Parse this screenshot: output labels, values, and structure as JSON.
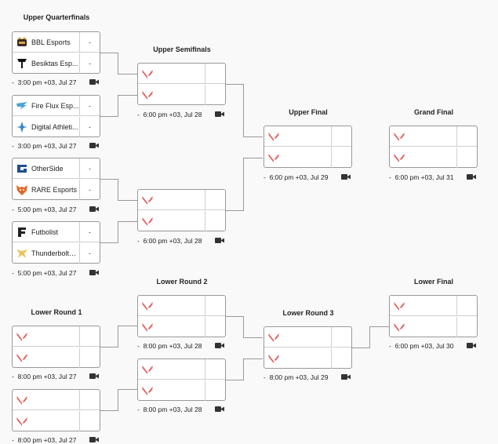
{
  "rounds": {
    "upper_quarterfinals": "Upper Quarterfinals",
    "upper_semifinals": "Upper Semifinals",
    "upper_final": "Upper Final",
    "grand_final": "Grand Final",
    "lower_round_1": "Lower Round 1",
    "lower_round_2": "Lower Round 2",
    "lower_round_3": "Lower Round 3",
    "lower_final": "Lower Final"
  },
  "uqf": [
    {
      "t1": "BBL Esports",
      "s1": "-",
      "t2": "Besiktas Esp...",
      "s2": "-",
      "time": "3:00 pm +03, Jul 27"
    },
    {
      "t1": "Fire Flux Esp...",
      "s1": "-",
      "t2": "Digital Athleti...",
      "s2": "-",
      "time": "3:00 pm +03, Jul 27"
    },
    {
      "t1": "OtherSide",
      "s1": "-",
      "t2": "RARE Esports",
      "s2": "-",
      "time": "5:00 pm +03, Jul 27"
    },
    {
      "t1": "Futbolist",
      "s1": "-",
      "t2": "Thunderbolts ...",
      "s2": "-",
      "time": "5:00 pm +03, Jul 27"
    }
  ],
  "usf": [
    {
      "time": "6:00 pm +03, Jul 28"
    },
    {
      "time": "6:00 pm +03, Jul 28"
    }
  ],
  "uf": {
    "time": "6:00 pm +03, Jul 29"
  },
  "gf": {
    "time": "6:00 pm +03, Jul 31"
  },
  "lr1": [
    {
      "time": "8:00 pm +03, Jul 27"
    },
    {
      "time": "8:00 pm +03, Jul 27"
    }
  ],
  "lr2": [
    {
      "time": "8:00 pm +03, Jul 28"
    },
    {
      "time": "8:00 pm +03, Jul 28"
    }
  ],
  "lr3": {
    "time": "8:00 pm +03, Jul 29"
  },
  "lf": {
    "time": "6:00 pm +03, Jul 30"
  },
  "time_prefix": "-",
  "icons": {
    "placeholder": "valorant-logo-icon",
    "camera": "video-camera-icon"
  },
  "colors": {
    "accent": "#e25c5c",
    "border": "#999999"
  }
}
